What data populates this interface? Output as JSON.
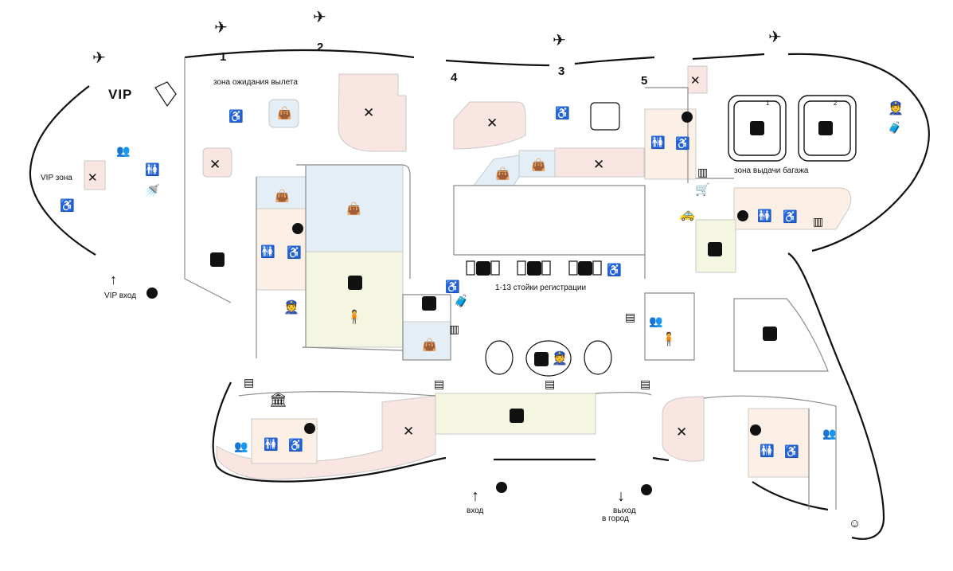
{
  "map": {
    "title": "",
    "gates": [
      "1",
      "2",
      "3",
      "4",
      "5"
    ],
    "vip_title": "VIP",
    "labels": {
      "waiting_zone": "зона ожидания вылета",
      "vip_zone": "VIP зона",
      "vip_entrance": "VIP вход",
      "checkin": "1-13 стойки регистрации",
      "baggage_claim": "зона выдачи багажа",
      "entrance": "вход",
      "exit_line1": "выход",
      "exit_line2": "в город"
    },
    "carousels": [
      "1",
      "2"
    ],
    "colors": {
      "food_zone": "#f9e6e3",
      "shop_zone": "#e3eef6",
      "service_zone": "#f4f6e2",
      "wc_zone": "#fcefe5",
      "wall": "#111111",
      "thin_wall": "#9a9a9a"
    },
    "icons": [
      "airplane-icon",
      "restaurant-icon",
      "shopping-bag-icon",
      "wc-icon",
      "accessible-icon",
      "elevator-icon",
      "luggage-icon",
      "atm-icon",
      "info-icon",
      "taxi-icon",
      "first-aid-icon",
      "bank-icon",
      "group-icon",
      "shower-icon",
      "police-icon",
      "prayer-room-icon",
      "baggage-trolley-icon",
      "ticket-machine-icon",
      "luggage-wrap-icon",
      "mother-and-child-icon",
      "phone-charging-icon",
      "customs-icon",
      "arrow-up-icon",
      "arrow-down-icon"
    ]
  }
}
